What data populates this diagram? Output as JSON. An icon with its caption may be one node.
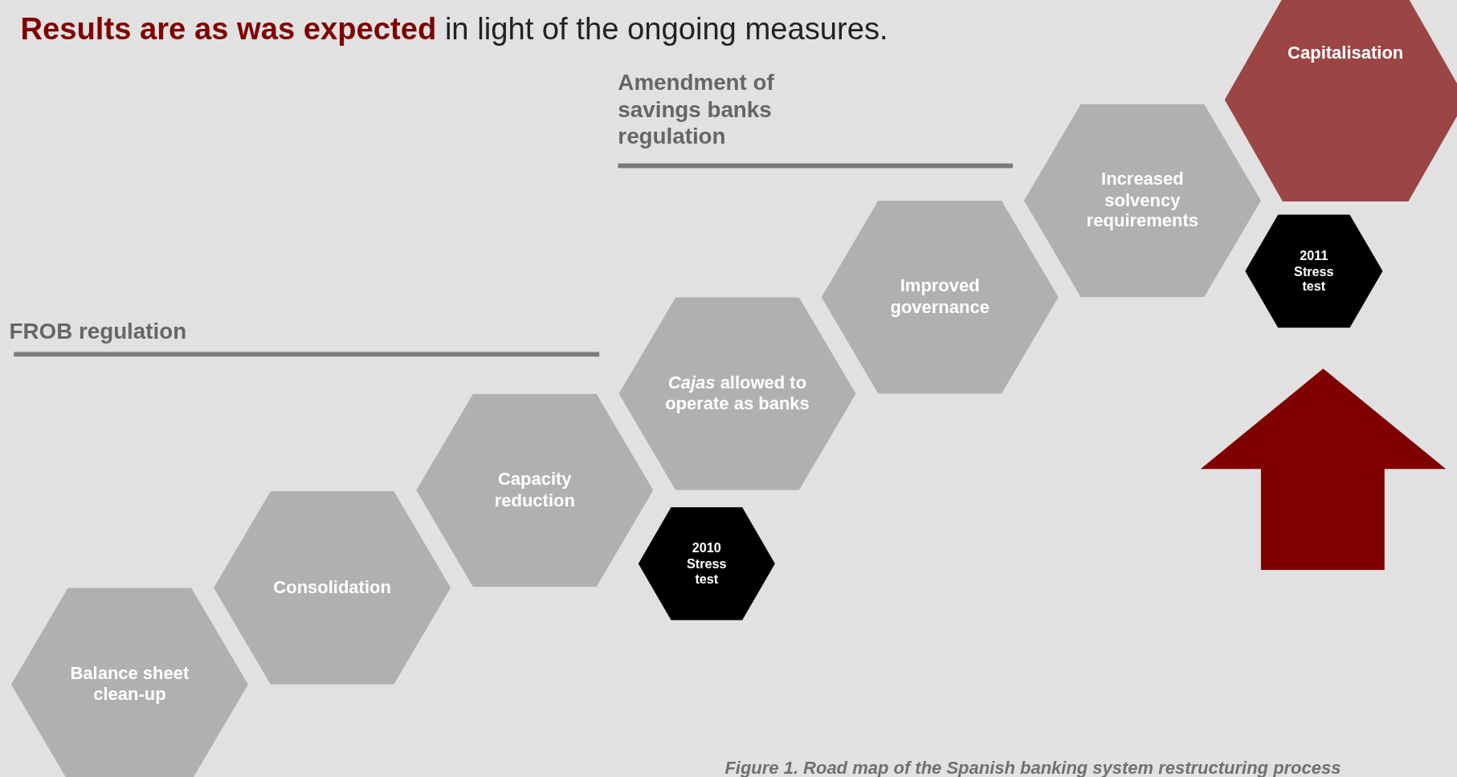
{
  "diagram": {
    "title": "**Results are as was expected** in light of the ongoing measures.",
    "caption": "Figure 1. Road map of the Spanish banking system restructuring process",
    "nodes": [
      {
        "text": [
          "Balance sheet clean-up"
        ]
      },
      {
        "text": [
          "Consolidation"
        ]
      },
      {
        "text": [
          "Capacity reduction"
        ]
      },
      {
        "text": [
          "2010 Stress test"
        ]
      },
      {
        "text": [
          "*Cajas* allowed to operate as banks"
        ]
      },
      {
        "text": [
          "Improved governance"
        ]
      },
      {
        "text": [
          "Increased solvency requirements"
        ]
      },
      {
        "text": [
          "Capitalisation"
        ]
      },
      {
        "text": [
          "2011 Stress test"
        ]
      }
    ],
    "labels": [
      "Amendment of savings banks regulation",
      "FROB regulation"
    ]
  }
}
